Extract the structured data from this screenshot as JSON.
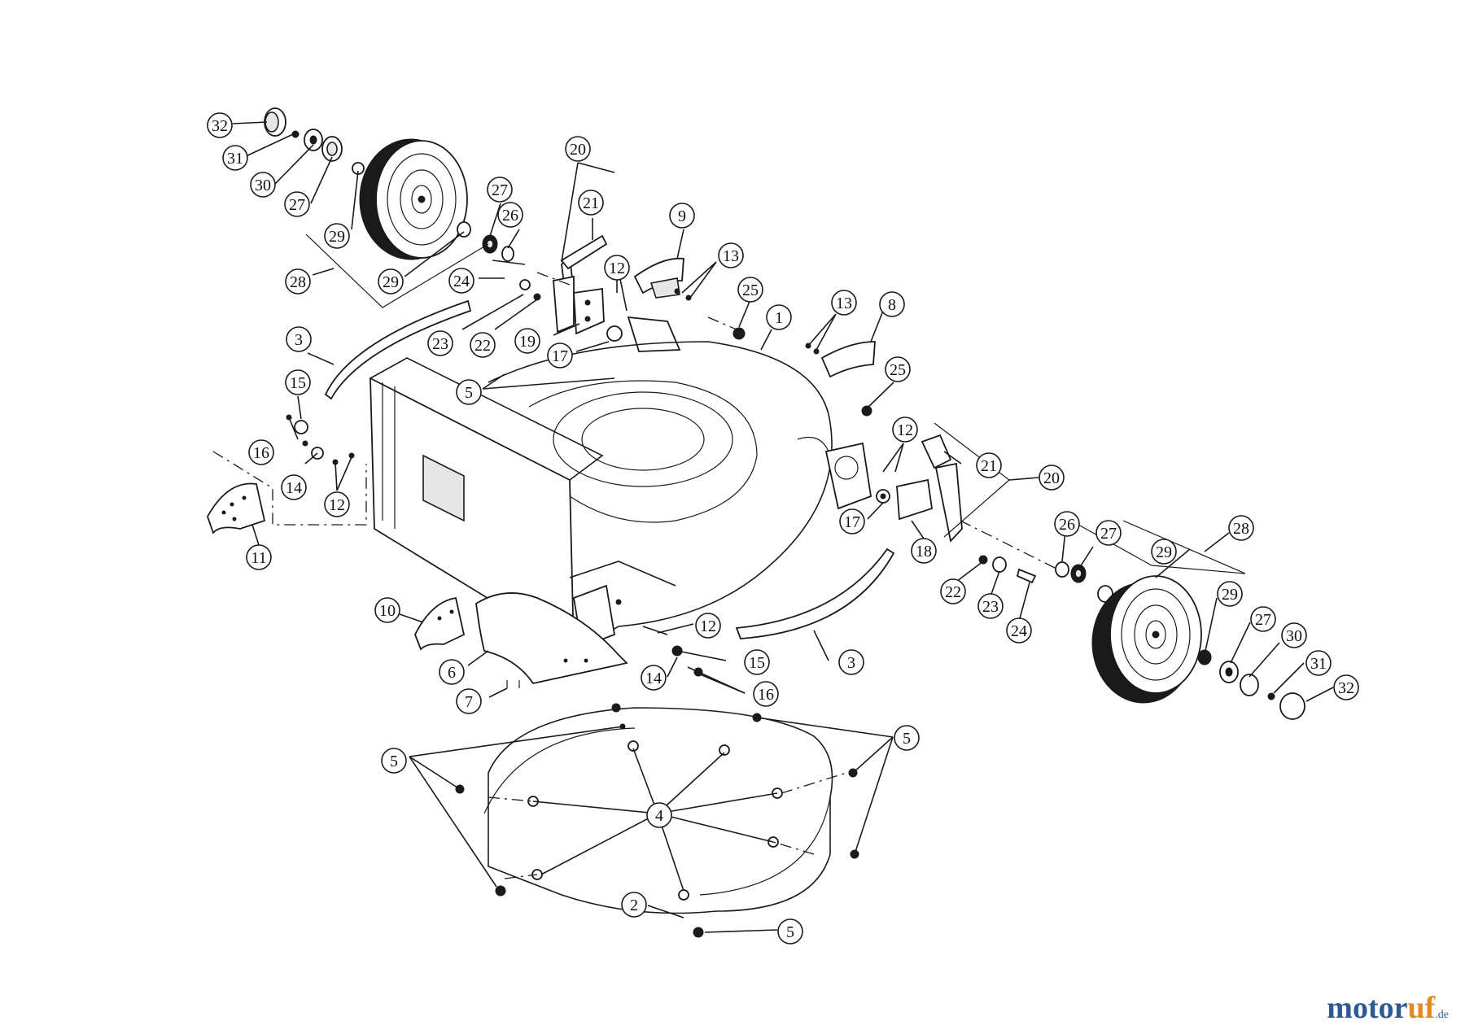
{
  "watermark": {
    "brand_main": "motor",
    "brand_accent": "uf",
    "domain_suffix": ".de"
  },
  "colors": {
    "line": "#1a1a1a",
    "brand_blue": "#2e5a94",
    "brand_orange": "#e08a22"
  },
  "callouts": [
    {
      "n": "32"
    },
    {
      "n": "31"
    },
    {
      "n": "30"
    },
    {
      "n": "27"
    },
    {
      "n": "29"
    },
    {
      "n": "29"
    },
    {
      "n": "28"
    },
    {
      "n": "27"
    },
    {
      "n": "26"
    },
    {
      "n": "20"
    },
    {
      "n": "21"
    },
    {
      "n": "24"
    },
    {
      "n": "23"
    },
    {
      "n": "22"
    },
    {
      "n": "19"
    },
    {
      "n": "12"
    },
    {
      "n": "17"
    },
    {
      "n": "9"
    },
    {
      "n": "13"
    },
    {
      "n": "25"
    },
    {
      "n": "1"
    },
    {
      "n": "13"
    },
    {
      "n": "8"
    },
    {
      "n": "25"
    },
    {
      "n": "3"
    },
    {
      "n": "15"
    },
    {
      "n": "16"
    },
    {
      "n": "14"
    },
    {
      "n": "12"
    },
    {
      "n": "11"
    },
    {
      "n": "5"
    },
    {
      "n": "12"
    },
    {
      "n": "21"
    },
    {
      "n": "20"
    },
    {
      "n": "17"
    },
    {
      "n": "18"
    },
    {
      "n": "26"
    },
    {
      "n": "27"
    },
    {
      "n": "28"
    },
    {
      "n": "29"
    },
    {
      "n": "22"
    },
    {
      "n": "23"
    },
    {
      "n": "24"
    },
    {
      "n": "29"
    },
    {
      "n": "27"
    },
    {
      "n": "30"
    },
    {
      "n": "31"
    },
    {
      "n": "32"
    },
    {
      "n": "10"
    },
    {
      "n": "6"
    },
    {
      "n": "7"
    },
    {
      "n": "12"
    },
    {
      "n": "15"
    },
    {
      "n": "14"
    },
    {
      "n": "16"
    },
    {
      "n": "3"
    },
    {
      "n": "5"
    },
    {
      "n": "5"
    },
    {
      "n": "4"
    },
    {
      "n": "2"
    },
    {
      "n": "5"
    }
  ]
}
